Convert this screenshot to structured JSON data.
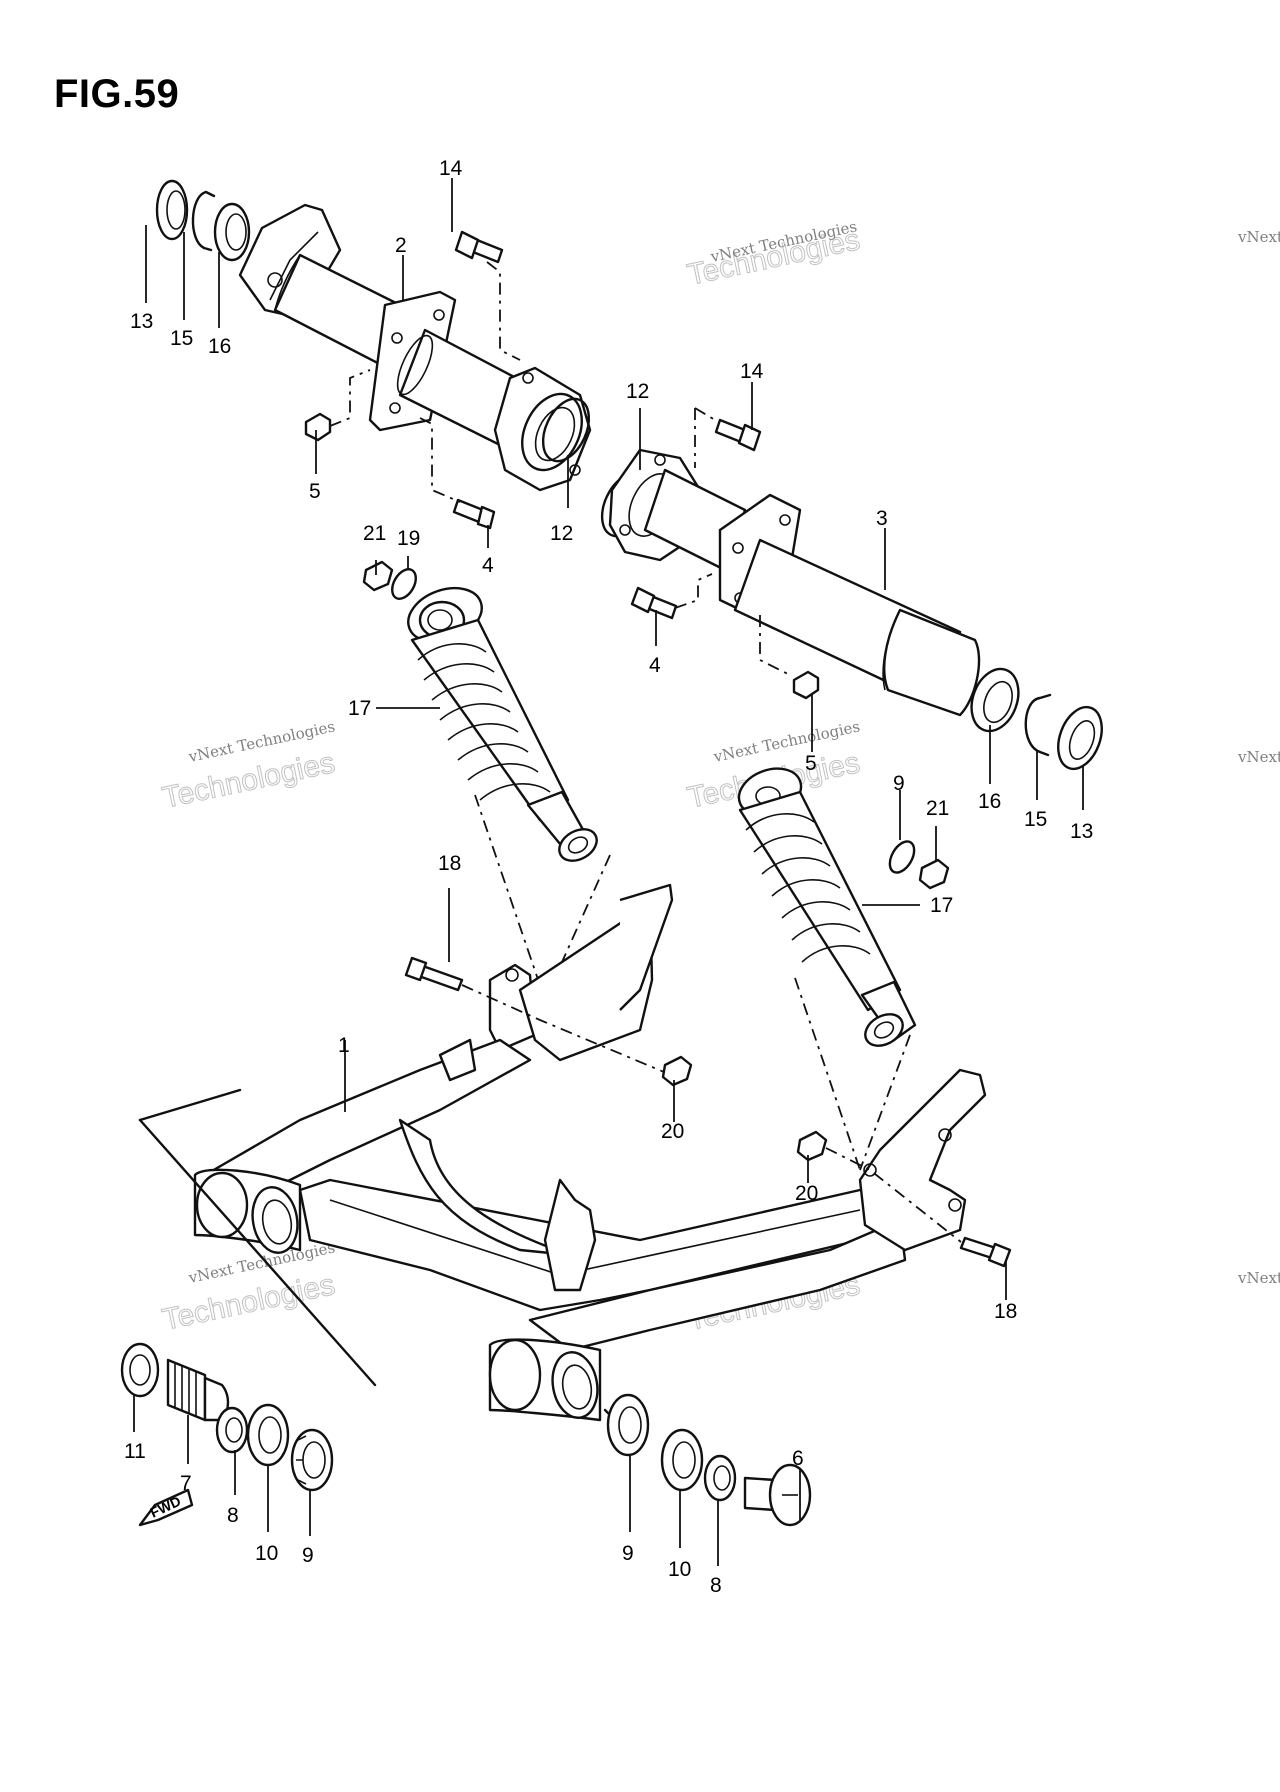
{
  "figure": {
    "title": "FIG.59"
  },
  "watermark": {
    "line1": "vNext Technologies",
    "line2": "Technologies",
    "line3": "vNext"
  },
  "fwd_label": "FWD",
  "callouts": {
    "c1": "1",
    "c2": "2",
    "c3": "3",
    "c4a": "4",
    "c4b": "4",
    "c5a": "5",
    "c5b": "5",
    "c6": "6",
    "c7": "7",
    "c8a": "8",
    "c8b": "8",
    "c9a": "9",
    "c9b": "9",
    "c10a": "10",
    "c10b": "10",
    "c11": "11",
    "c12a": "12",
    "c12b": "12",
    "c13a": "13",
    "c13b": "13",
    "c14a": "14",
    "c14b": "14",
    "c15a": "15",
    "c15b": "15",
    "c16a": "16",
    "c16b": "16",
    "c17a": "17",
    "c17b": "17",
    "c18a": "18",
    "c18b": "18",
    "c19a": "19",
    "c19b": "9",
    "c20a": "20",
    "c20b": "20",
    "c21a": "21",
    "c21b": "21"
  }
}
